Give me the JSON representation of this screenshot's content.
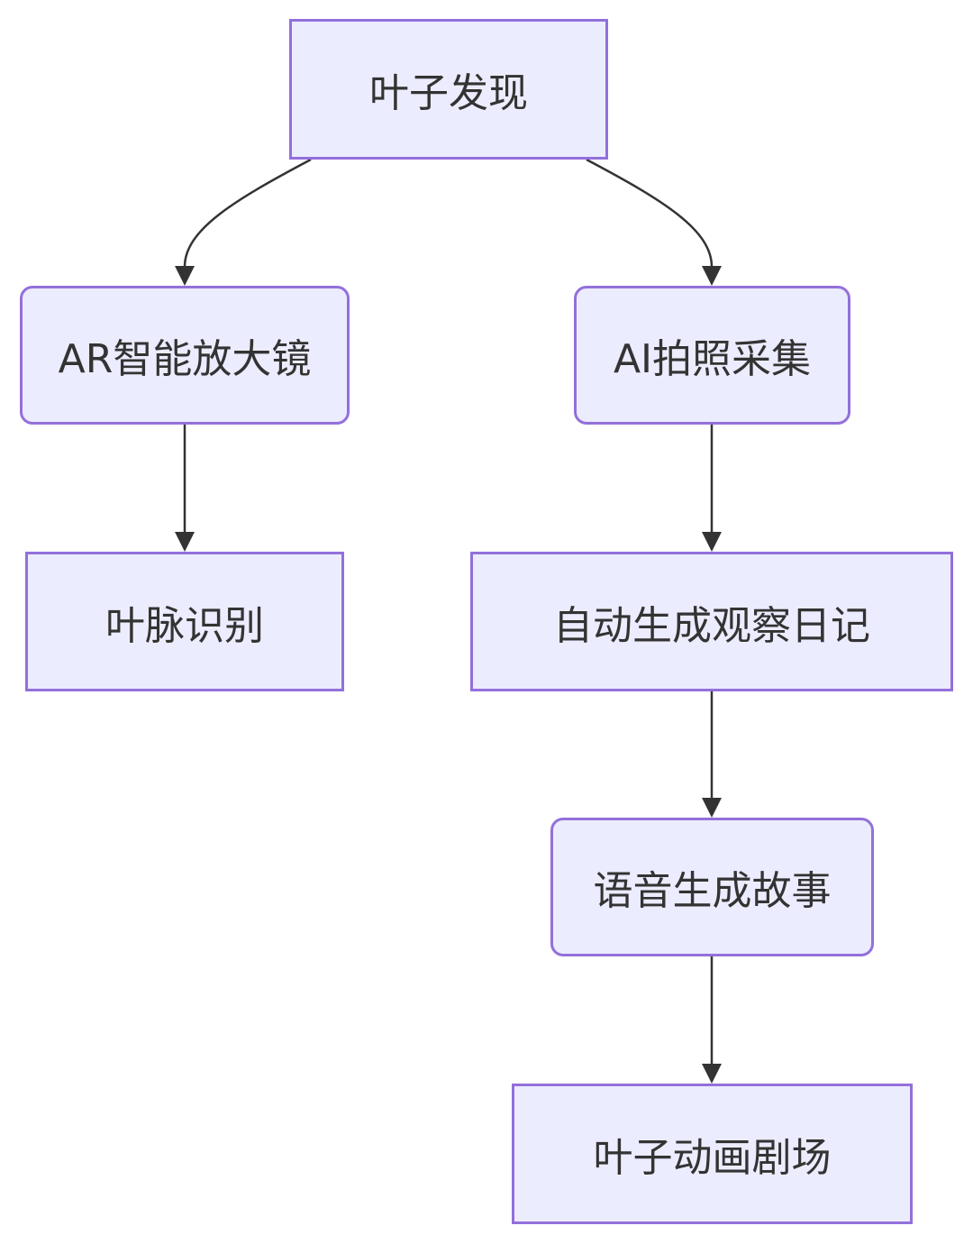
{
  "nodes": {
    "discovery": "叶子发现",
    "ar_magnifier": "AR智能放大镜",
    "ai_capture": "AI拍照采集",
    "vein_recognition": "叶脉识别",
    "diary": "自动生成观察日记",
    "voice_story": "语音生成故事",
    "animation_theater": "叶子动画剧场"
  },
  "edges": [
    {
      "from": "discovery",
      "to": "ar_magnifier"
    },
    {
      "from": "discovery",
      "to": "ai_capture"
    },
    {
      "from": "ar_magnifier",
      "to": "vein_recognition"
    },
    {
      "from": "ai_capture",
      "to": "diary"
    },
    {
      "from": "diary",
      "to": "voice_story"
    },
    {
      "from": "voice_story",
      "to": "animation_theater"
    }
  ],
  "colors": {
    "node_fill": "#ececff",
    "node_border": "#9370db",
    "edge": "#333333",
    "text": "#333333"
  }
}
